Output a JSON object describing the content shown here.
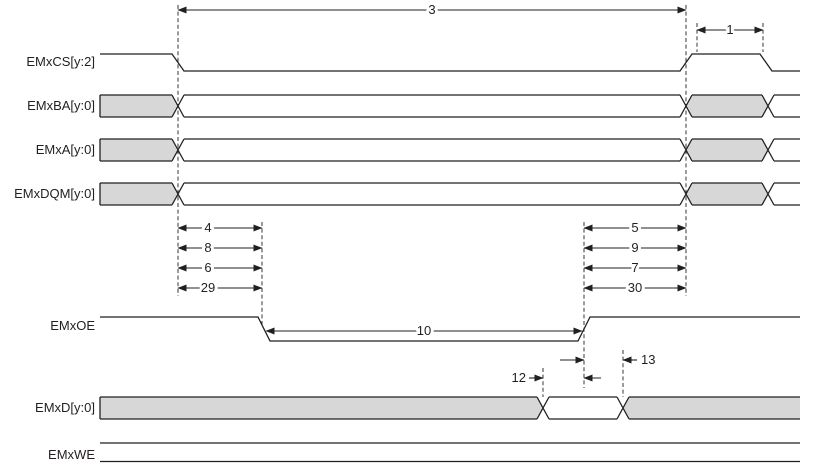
{
  "diagram": {
    "kind": "digital-timing-diagram",
    "signals": [
      {
        "id": "emxcs",
        "label": "EMxCS[y:2]",
        "behavior": "high, falls at access start, low during access, high pulse at end"
      },
      {
        "id": "emxba",
        "label": "EMxBA[y:0]",
        "behavior": "invalid, valid during access, invalid after, transitions again"
      },
      {
        "id": "emxa",
        "label": "EMxA[y:0]",
        "behavior": "invalid, valid during access, invalid after, transitions again"
      },
      {
        "id": "emxdqm",
        "label": "EMxDQM[y:0]",
        "behavior": "invalid, valid during access, invalid after, transitions again"
      },
      {
        "id": "emxoe",
        "label": "EMxOE",
        "behavior": "high, low strobe during read, returns high"
      },
      {
        "id": "emxd",
        "label": "EMxD[y:0]",
        "behavior": "invalid, valid read-data window near end of strobe, invalid"
      },
      {
        "id": "emxwe",
        "label": "EMxWE",
        "behavior": "remains high"
      }
    ],
    "timing_marks": [
      {
        "id": "3",
        "label": "3"
      },
      {
        "id": "1",
        "label": "1"
      },
      {
        "id": "4",
        "label": "4"
      },
      {
        "id": "8",
        "label": "8"
      },
      {
        "id": "6",
        "label": "6"
      },
      {
        "id": "29",
        "label": "29"
      },
      {
        "id": "5",
        "label": "5"
      },
      {
        "id": "9",
        "label": "9"
      },
      {
        "id": "7",
        "label": "7"
      },
      {
        "id": "30",
        "label": "30"
      },
      {
        "id": "10",
        "label": "10"
      },
      {
        "id": "12",
        "label": "12"
      },
      {
        "id": "13",
        "label": "13"
      }
    ],
    "colors": {
      "line": "#231f20",
      "bus_fill": "#d7d7d7",
      "background": "#ffffff"
    }
  }
}
